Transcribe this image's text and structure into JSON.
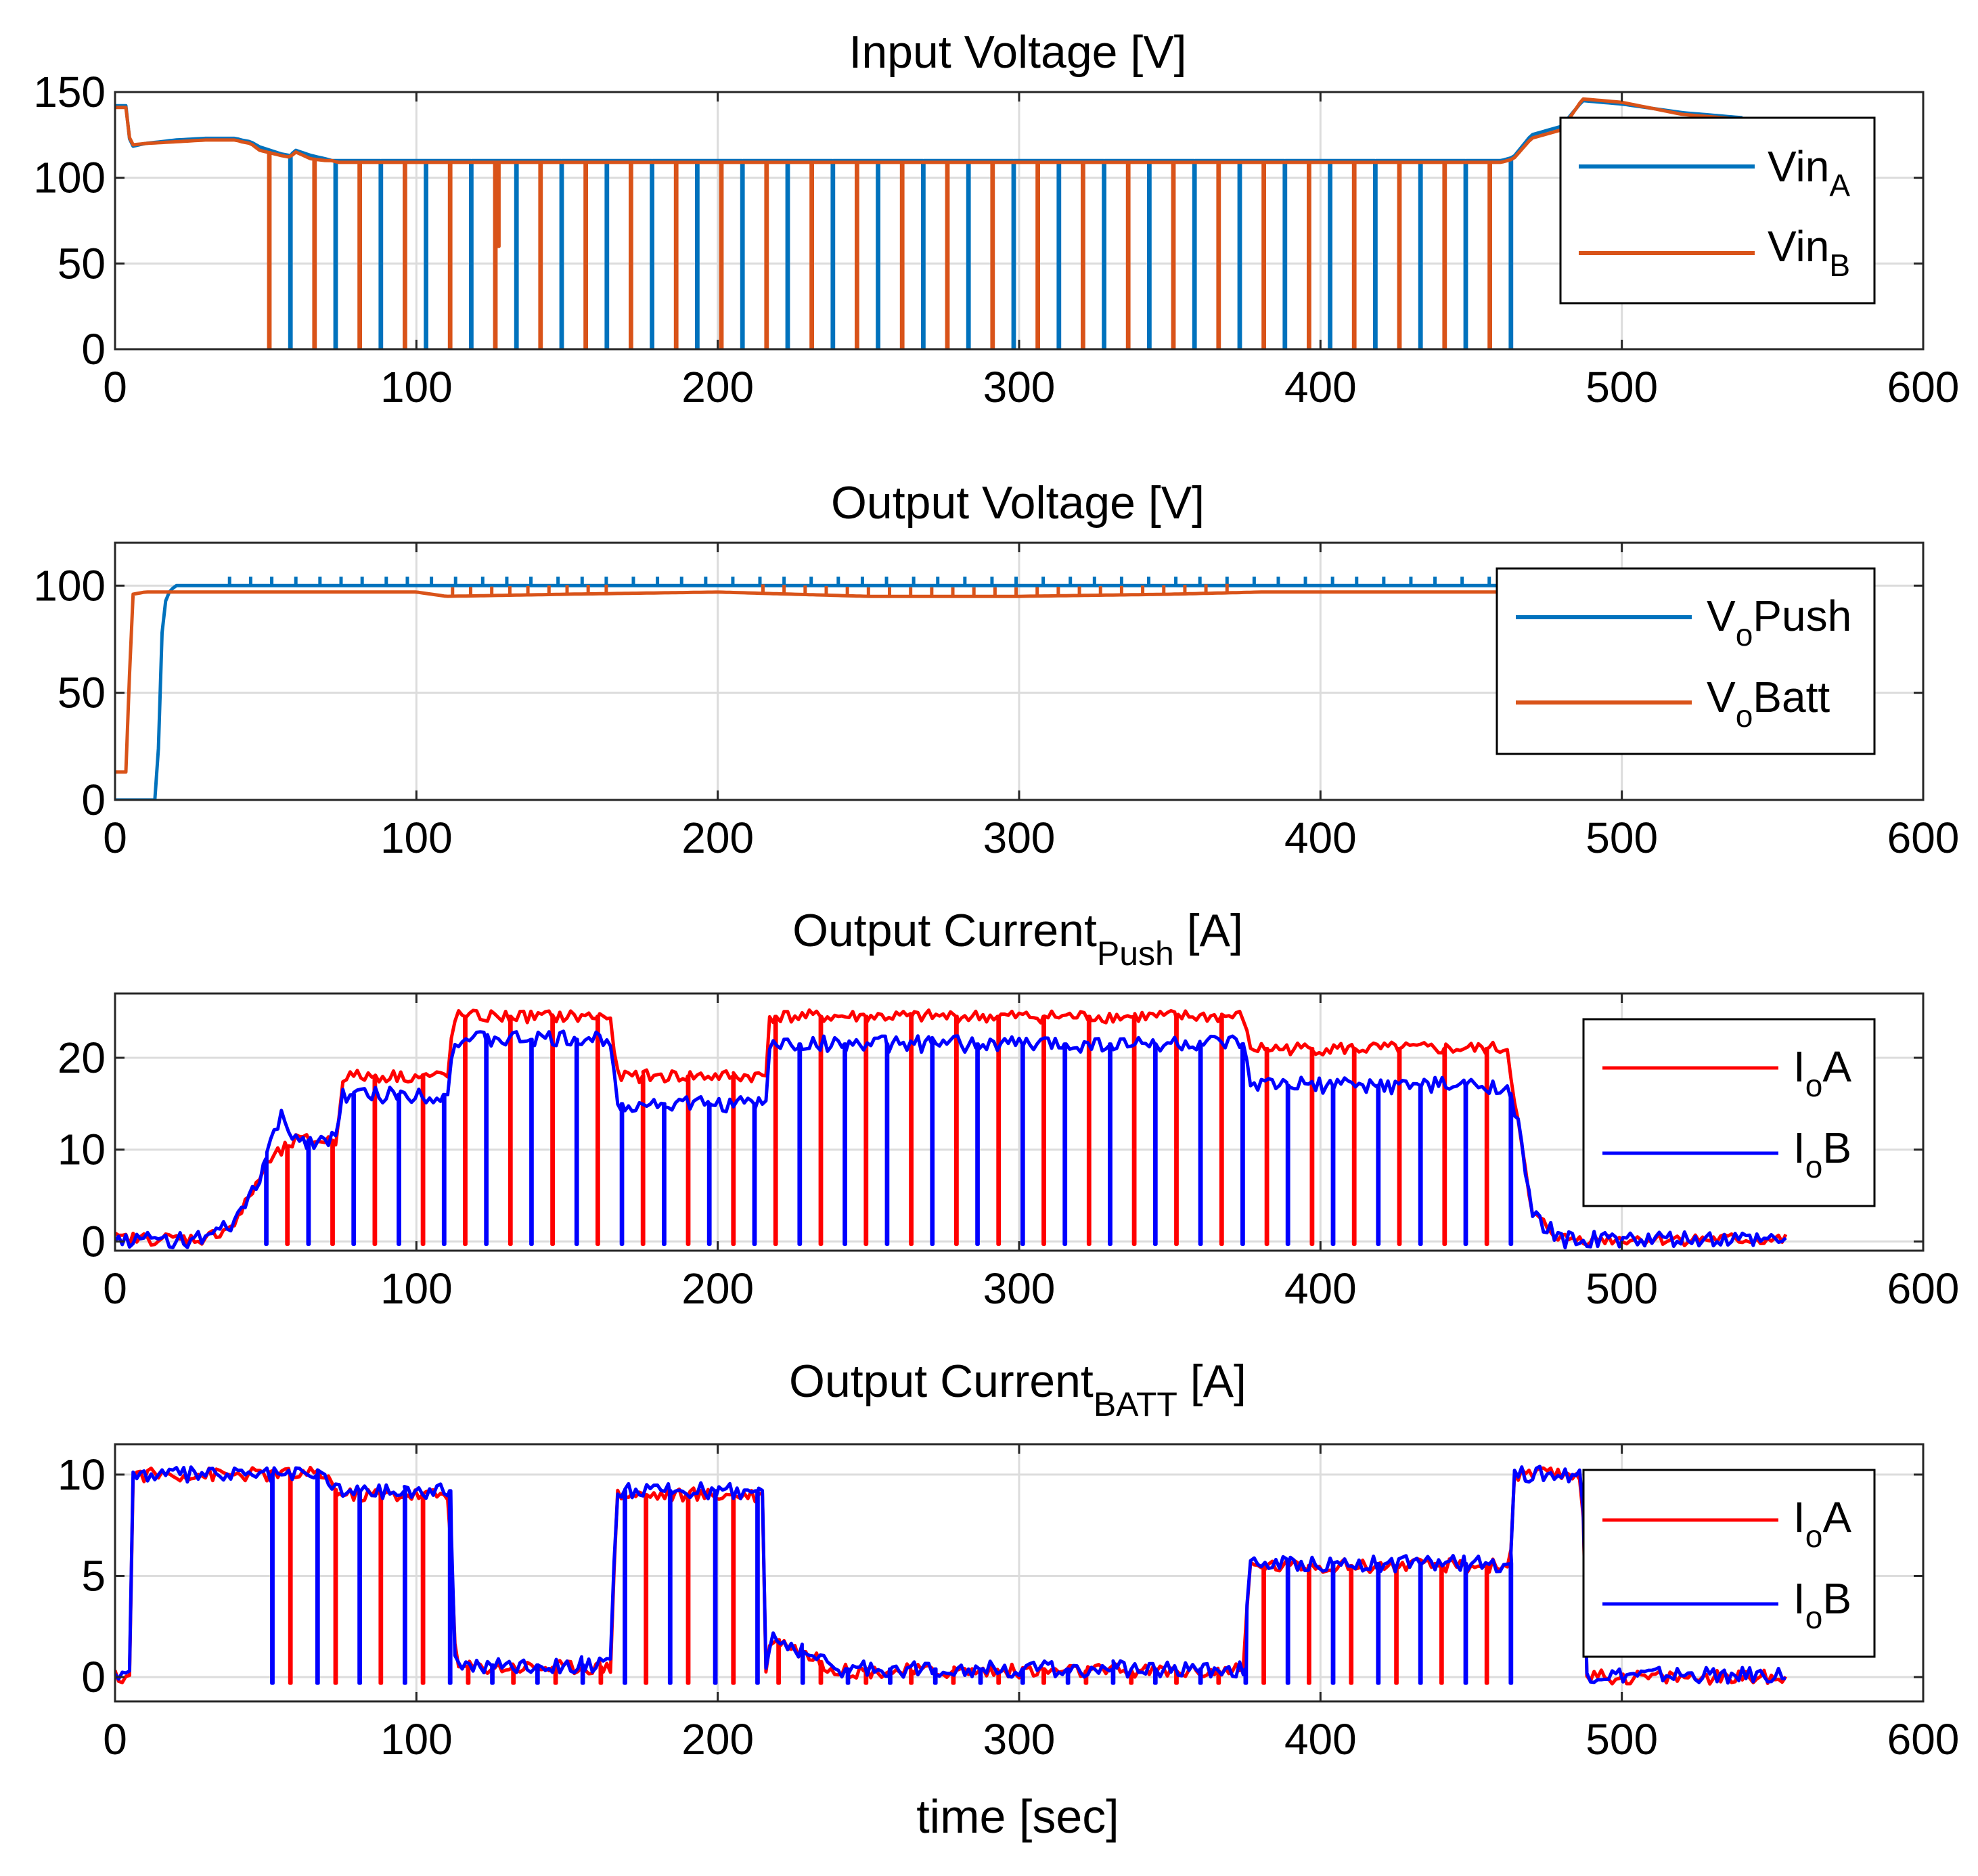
{
  "colors": {
    "matlab_blue": "#0072BD",
    "matlab_orange": "#D95319",
    "red": "#FF0000",
    "blue": "#0000FF",
    "grid": "#DCDCDC",
    "axes": "#262626"
  },
  "chart_data": [
    {
      "type": "line",
      "title": "Input Voltage [V]",
      "title_main": "Input Voltage [V]",
      "title_sub": "",
      "title_tail": "",
      "xlabel": "",
      "ylabel": "",
      "xlim": [
        0,
        600
      ],
      "ylim": [
        0,
        150
      ],
      "xticks": [
        0,
        100,
        200,
        300,
        400,
        500,
        600
      ],
      "yticks": [
        0,
        50,
        100,
        150
      ],
      "xticklabels": [
        "0",
        "100",
        "200",
        "300",
        "400",
        "500",
        "600"
      ],
      "yticklabels": [
        "0",
        "50",
        "100",
        "150"
      ],
      "grid": true,
      "legend_position": "top-right",
      "series": [
        {
          "name": "VinA",
          "legend_main": "Vin",
          "legend_sub": "A",
          "color": "#0072BD",
          "x": [
            0,
            4,
            5,
            10,
            20,
            30,
            40,
            42,
            45,
            48,
            55,
            58,
            60,
            65,
            70,
            72,
            74,
            80,
            100,
            130,
            200,
            300,
            400,
            460,
            464,
            470,
            480,
            487,
            500,
            520,
            540
          ],
          "y": [
            142,
            142,
            118,
            120,
            122,
            123,
            123,
            122,
            121,
            118,
            114,
            113,
            116,
            113,
            111,
            110,
            110,
            110,
            110,
            110,
            110,
            110,
            110,
            110,
            112,
            125,
            130,
            145,
            143,
            138,
            135
          ],
          "dips": [
            58,
            73,
            88,
            103,
            118,
            133,
            148,
            163,
            178,
            193,
            208,
            223,
            238,
            253,
            268,
            283,
            298,
            313,
            328,
            343,
            358,
            373,
            388,
            403,
            418,
            433,
            448,
            463
          ]
        },
        {
          "name": "VinB",
          "legend_main": "Vin",
          "legend_sub": "B",
          "color": "#D95319",
          "x": [
            0,
            4,
            5,
            10,
            20,
            30,
            40,
            42,
            45,
            48,
            55,
            58,
            60,
            65,
            70,
            72,
            74,
            80,
            100,
            130,
            200,
            300,
            400,
            460,
            464,
            470,
            480,
            487,
            500,
            520,
            540
          ],
          "y": [
            141,
            141,
            119,
            120,
            121,
            122,
            122,
            121,
            120,
            116,
            113,
            112,
            115,
            111,
            110,
            110,
            109,
            109,
            109,
            109,
            109,
            109,
            109,
            109,
            111,
            123,
            128,
            146,
            144,
            137,
            134
          ],
          "dips": [
            51,
            66,
            81,
            96,
            111,
            126,
            141,
            156,
            171,
            186,
            201,
            216,
            231,
            246,
            261,
            276,
            291,
            306,
            321,
            336,
            351,
            366,
            381,
            396,
            411,
            426,
            441,
            456
          ],
          "partial_dips": [
            [
              127,
              60
            ]
          ]
        }
      ]
    },
    {
      "type": "line",
      "title": "Output Voltage [V]",
      "title_main": "Output Voltage [V]",
      "title_sub": "",
      "title_tail": "",
      "xlabel": "",
      "ylabel": "",
      "xlim": [
        0,
        600
      ],
      "ylim": [
        0,
        120
      ],
      "xticks": [
        0,
        100,
        200,
        300,
        400,
        500,
        600
      ],
      "yticks": [
        0,
        50,
        100
      ],
      "xticklabels": [
        "0",
        "100",
        "200",
        "300",
        "400",
        "500",
        "600"
      ],
      "yticklabels": [
        "0",
        "50",
        "100"
      ],
      "grid": true,
      "legend_position": "top-right",
      "series": [
        {
          "name": "VoPush",
          "legend_main": "V",
          "legend_sub": "o",
          "legend_tail": "Push",
          "color": "#0072BD",
          "x": [
            0,
            14,
            15,
            16,
            18,
            20,
            25,
            40,
            100,
            200,
            300,
            400,
            460
          ],
          "y": [
            0,
            0,
            60,
            90,
            97,
            100,
            100,
            100,
            100,
            100,
            100,
            100,
            100
          ],
          "spikes": [
            38,
            45,
            52,
            60,
            68,
            75,
            82,
            90,
            97,
            105,
            113,
            122,
            130,
            138,
            147,
            155,
            163,
            172,
            180,
            188,
            196,
            205,
            214,
            222,
            231,
            240,
            248,
            256,
            265,
            273,
            282,
            291,
            299,
            308,
            317,
            325,
            334,
            343,
            352,
            360,
            369,
            378,
            386,
            395,
            404,
            412,
            421,
            430,
            438,
            447,
            456
          ]
        },
        {
          "name": "VoBatt",
          "legend_main": "V",
          "legend_sub": "o",
          "legend_tail": "Batt",
          "color": "#D95319",
          "x": [
            0,
            4,
            5,
            6,
            10,
            20,
            100,
            110,
            150,
            200,
            250,
            300,
            350,
            380,
            400,
            460
          ],
          "y": [
            13,
            13,
            70,
            96,
            97,
            97,
            97,
            95,
            96,
            97,
            95,
            95,
            96,
            97,
            97,
            97
          ],
          "spikes": [
            112,
            118,
            125,
            131,
            137,
            144,
            150,
            157,
            163,
            215,
            222,
            229,
            236,
            243,
            250,
            257,
            264,
            271,
            278,
            285,
            292,
            299,
            306,
            313,
            320,
            327,
            334,
            341,
            348,
            355,
            362,
            369
          ]
        }
      ]
    },
    {
      "type": "line",
      "title": "Output CurrentPush [A]",
      "title_main": "Output Current",
      "title_sub": "Push",
      "title_tail": " [A]",
      "xlabel": "",
      "ylabel": "",
      "xlim": [
        0,
        600
      ],
      "ylim": [
        -1,
        27
      ],
      "xticks": [
        0,
        100,
        200,
        300,
        400,
        500,
        600
      ],
      "yticks": [
        0,
        10,
        20
      ],
      "xticklabels": [
        "0",
        "100",
        "200",
        "300",
        "400",
        "500",
        "600"
      ],
      "yticklabels": [
        "0",
        "10",
        "20"
      ],
      "grid": true,
      "legend_position": "top-right",
      "series": [
        {
          "name": "IoA",
          "legend_main": "I",
          "legend_sub": "o",
          "legend_tail": "A",
          "color": "#FF0000",
          "x": [
            0,
            30,
            40,
            48,
            52,
            56,
            60,
            70,
            74,
            75,
            110,
            111,
            112,
            165,
            166,
            167,
            215,
            216,
            217,
            375,
            376,
            377,
            455,
            462,
            466,
            470,
            480,
            555
          ],
          "y": [
            0.3,
            0.3,
            2,
            7,
            9,
            10,
            11,
            11,
            11,
            18,
            18,
            18,
            24.5,
            24.5,
            18,
            18,
            18,
            18,
            24.5,
            24.5,
            21,
            21,
            21,
            21,
            12,
            3,
            0.3,
            0.2
          ],
          "noise": 0.7,
          "dips": [
            57,
            72,
            86,
            102,
            116,
            131,
            145,
            160,
            175,
            190,
            205,
            219,
            234,
            249,
            264,
            279,
            293,
            308,
            323,
            338,
            352,
            367,
            382,
            397,
            411,
            426,
            441,
            455
          ]
        },
        {
          "name": "IoB",
          "legend_main": "I",
          "legend_sub": "o",
          "legend_tail": "B",
          "color": "#0000FF",
          "x": [
            0,
            30,
            40,
            48,
            52,
            55,
            58,
            62,
            70,
            74,
            75,
            110,
            111,
            112,
            165,
            166,
            167,
            215,
            216,
            217,
            375,
            376,
            377,
            455,
            462,
            466,
            470,
            480,
            555
          ],
          "y": [
            0.2,
            0.2,
            2,
            7,
            11,
            13.5,
            12,
            11,
            11,
            11,
            16,
            16,
            16,
            22,
            22,
            15,
            15,
            15,
            15,
            21.5,
            21.5,
            17,
            17,
            17,
            17,
            12,
            3,
            0.2,
            0.1
          ],
          "noise": 0.9,
          "dips": [
            50,
            64,
            79,
            94,
            109,
            123,
            138,
            153,
            168,
            182,
            197,
            212,
            227,
            242,
            256,
            271,
            286,
            301,
            315,
            330,
            345,
            360,
            374,
            389,
            404,
            419,
            433,
            448,
            463
          ]
        }
      ]
    },
    {
      "type": "line",
      "title": "Output CurrentBATT [A]",
      "title_main": "Output Current",
      "title_sub": "BATT",
      "title_tail": " [A]",
      "xlabel": "time [sec]",
      "ylabel": "",
      "xlim": [
        0,
        600
      ],
      "ylim": [
        -1.2,
        11.5
      ],
      "xticks": [
        0,
        100,
        200,
        300,
        400,
        500,
        600
      ],
      "yticks": [
        0,
        5,
        10
      ],
      "xticklabels": [
        "0",
        "100",
        "200",
        "300",
        "400",
        "500",
        "600"
      ],
      "yticklabels": [
        "0",
        "5",
        "10"
      ],
      "grid": true,
      "legend_position": "top-right",
      "series": [
        {
          "name": "IoA",
          "legend_main": "I",
          "legend_sub": "o",
          "legend_tail": "A",
          "color": "#FF0000",
          "x": [
            0,
            5,
            6,
            70,
            74,
            110,
            111,
            113,
            165,
            166,
            168,
            215,
            216,
            218,
            240,
            375,
            376,
            378,
            462,
            463,
            464,
            487,
            488,
            490,
            555
          ],
          "y": [
            0,
            0,
            10,
            10,
            9,
            9,
            9,
            0.5,
            0.5,
            9,
            9,
            9,
            0.5,
            2,
            0.3,
            0.3,
            5.5,
            5.5,
            5.5,
            5.5,
            10,
            10,
            0.2,
            0,
            0
          ],
          "noise": 0.35,
          "dips": [
            58,
            73,
            88,
            102,
            117,
            132,
            146,
            161,
            176,
            190,
            205,
            220,
            234,
            249,
            264,
            278,
            293,
            308,
            322,
            337,
            352,
            366,
            381,
            396,
            410,
            425,
            440,
            455
          ]
        },
        {
          "name": "IoB",
          "legend_main": "I",
          "legend_sub": "o",
          "legend_tail": "B",
          "color": "#0000FF",
          "x": [
            0,
            5,
            6,
            70,
            74,
            110,
            111,
            113,
            165,
            166,
            168,
            215,
            216,
            218,
            240,
            375,
            376,
            378,
            462,
            463,
            464,
            487,
            488,
            490,
            555
          ],
          "y": [
            0.2,
            0.2,
            10,
            10,
            9.2,
            9.2,
            9.2,
            0.6,
            0.6,
            9.2,
            9.2,
            9.2,
            0.6,
            2,
            0.4,
            0.4,
            5.6,
            5.6,
            5.6,
            5.6,
            10,
            10,
            0.3,
            0.1,
            0.1
          ],
          "noise": 0.4,
          "dips": [
            52,
            67,
            81,
            96,
            111,
            125,
            140,
            155,
            169,
            184,
            199,
            213,
            228,
            243,
            257,
            272,
            287,
            301,
            316,
            331,
            345,
            360,
            375,
            389,
            404,
            419,
            433,
            448,
            463
          ]
        }
      ]
    }
  ]
}
